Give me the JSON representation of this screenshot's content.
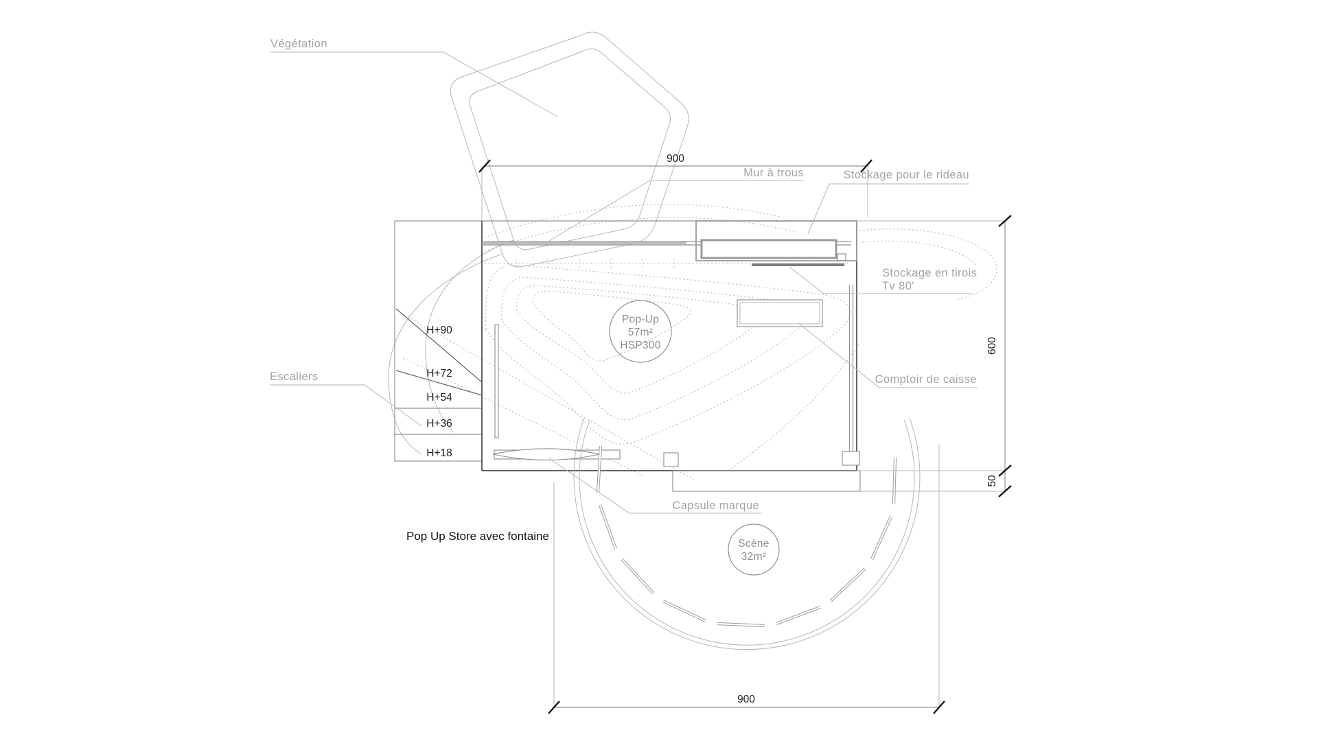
{
  "title": "Pop Up Store avec fontaine",
  "callouts": {
    "vegetation": "Végétation",
    "mur_a_trous": "Mur à trous",
    "stockage_rideau": "Stockage pour le rideau",
    "stockage_tiroirs_1": "Stockage en tirois",
    "stockage_tiroirs_2": "Tv 80'",
    "comptoir": "Comptoir de caisse",
    "escaliers": "Escaliers",
    "capsule": "Capsule marque"
  },
  "heights": [
    "H+90",
    "H+72",
    "H+54",
    "H+36",
    "H+18"
  ],
  "dimensions": {
    "top_width": "900",
    "right_height": "600",
    "right_plinth": "50",
    "bottom_width": "900"
  },
  "zones": {
    "popup": {
      "line1": "Pop-Up",
      "line2": "57m²",
      "line3": "HSP300"
    },
    "scene": {
      "line1": "Scène",
      "line2": "32m²"
    }
  },
  "colors": {
    "line_dark": "#4a4a4a",
    "line_mid": "#8f8f8f",
    "line_light": "#b5b5b5",
    "label": "#a3a3a3",
    "text_dark": "#1d1d1d"
  }
}
